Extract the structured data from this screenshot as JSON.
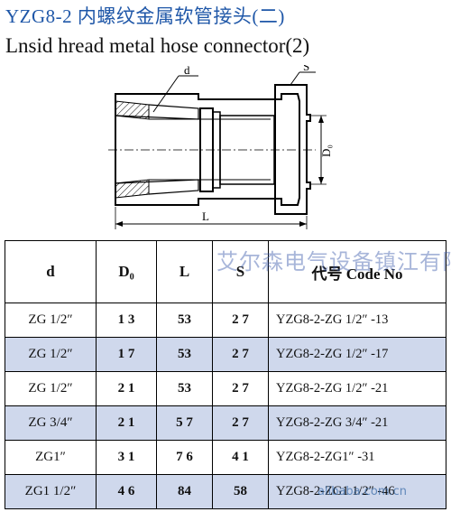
{
  "title_cn": "YZG8-2 内螺纹金属软管接头(二)",
  "title_en": "Lnsid hread metal hose connector(2)",
  "drawing": {
    "label_d": "d",
    "label_s": "S",
    "label_d0": "D₀",
    "label_l": "L"
  },
  "watermark": "艾尔森电气设备镇江有限公司",
  "corner_mark": "alibaba.com.cn",
  "table": {
    "headers": [
      "d",
      "D₀",
      "L",
      "S",
      "代号 Code  No"
    ],
    "rows": [
      [
        "ZG 1/2″",
        "1 3",
        "53",
        "2  7",
        "YZG8-2-ZG 1/2″ -13"
      ],
      [
        "ZG 1/2″",
        "1  7",
        "53",
        "2  7",
        "YZG8-2-ZG 1/2″ -17"
      ],
      [
        "ZG 1/2″",
        "2  1",
        "53",
        "2  7",
        "YZG8-2-ZG 1/2″ -21"
      ],
      [
        "ZG 3/4″",
        "2  1",
        "5  7",
        "2  7",
        "YZG8-2-ZG 3/4″ -21"
      ],
      [
        "ZG1″",
        "3 1",
        "7  6",
        "4 1",
        "YZG8-2-ZG1″ -31"
      ],
      [
        "ZG1 1/2″",
        "4 6",
        "84",
        "58",
        "YZG8-2-ZG1 1/2″ -46"
      ]
    ]
  }
}
